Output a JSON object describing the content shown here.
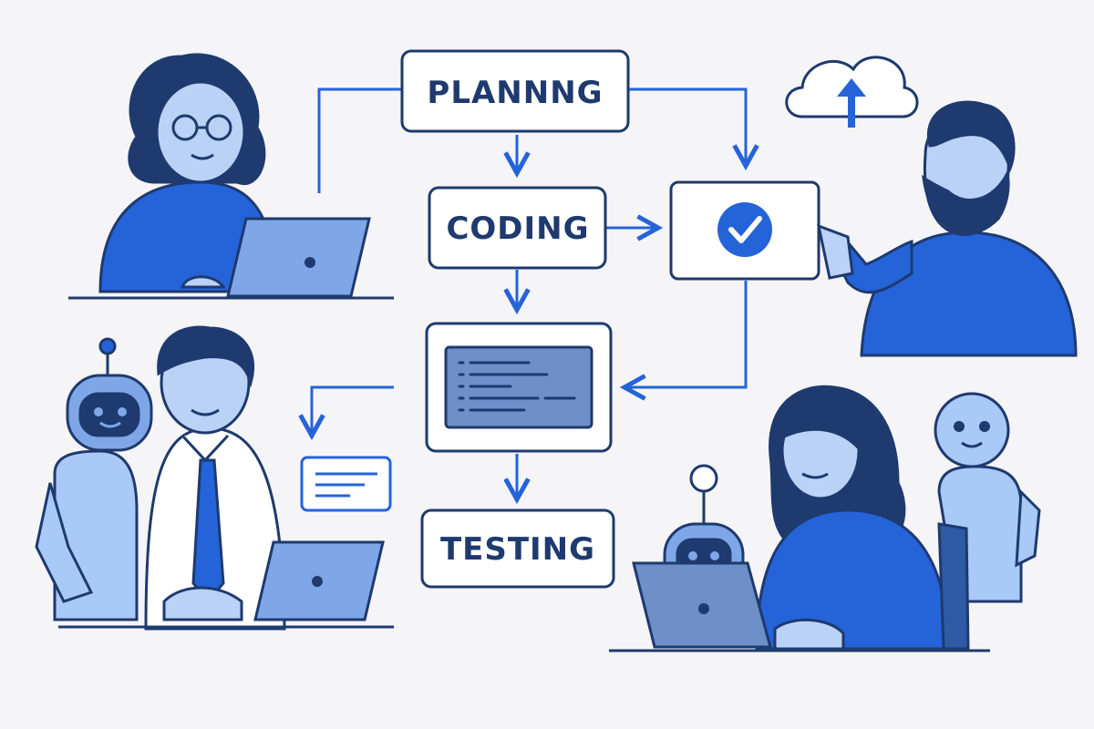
{
  "colors": {
    "background": "#f5f4f7",
    "navy": "#1e3a6e",
    "blue": "#2563d9",
    "light_blue": "#a9c9f7",
    "mid_blue": "#7fa7e8",
    "skin": "#b9d2f6",
    "screen": "#6f8fc9",
    "white": "#ffffff"
  },
  "flow": {
    "planning": {
      "label": "PLANNNG"
    },
    "coding": {
      "label": "CODING"
    },
    "review": {
      "icon": "check-circle-icon"
    },
    "build": {
      "icon": "code-editor-icon"
    },
    "testing": {
      "label": "TESTING"
    }
  },
  "decor": {
    "cloud": "cloud-upload-icon",
    "note": "message-card-icon"
  }
}
